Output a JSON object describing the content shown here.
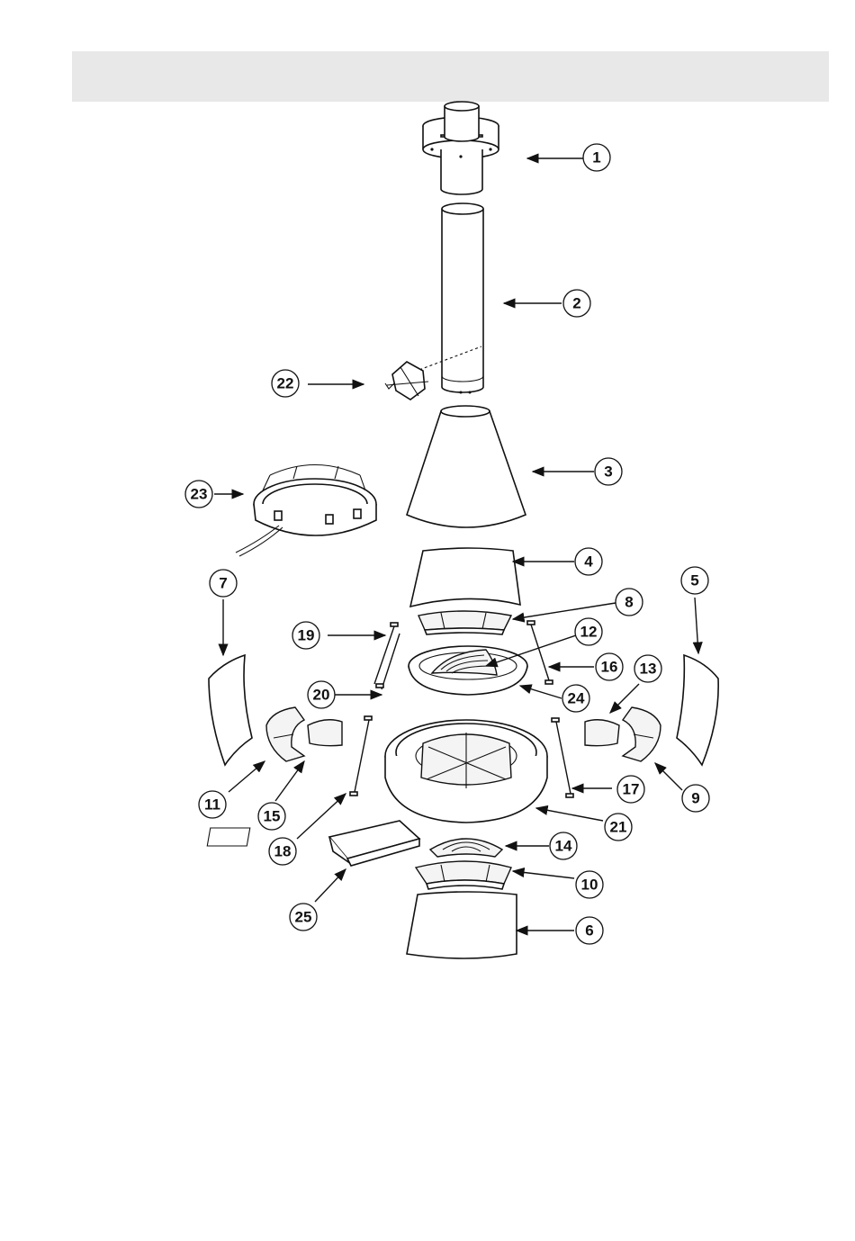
{
  "header": {
    "text": ""
  },
  "callouts": [
    {
      "id": "1",
      "label": "1"
    },
    {
      "id": "2",
      "label": "2"
    },
    {
      "id": "3",
      "label": "3"
    },
    {
      "id": "4",
      "label": "4"
    },
    {
      "id": "5",
      "label": "5"
    },
    {
      "id": "6",
      "label": "6"
    },
    {
      "id": "7",
      "label": "7"
    },
    {
      "id": "8",
      "label": "8"
    },
    {
      "id": "9",
      "label": "9"
    },
    {
      "id": "10",
      "label": "10"
    },
    {
      "id": "11",
      "label": "11"
    },
    {
      "id": "12",
      "label": "12"
    },
    {
      "id": "13",
      "label": "13"
    },
    {
      "id": "14",
      "label": "14"
    },
    {
      "id": "15",
      "label": "15"
    },
    {
      "id": "16",
      "label": "16"
    },
    {
      "id": "17",
      "label": "17"
    },
    {
      "id": "18",
      "label": "18"
    },
    {
      "id": "19",
      "label": "19"
    },
    {
      "id": "20",
      "label": "20"
    },
    {
      "id": "21",
      "label": "21"
    },
    {
      "id": "22",
      "label": "22"
    },
    {
      "id": "23",
      "label": "23"
    },
    {
      "id": "24",
      "label": "24"
    },
    {
      "id": "25",
      "label": "25"
    }
  ],
  "colors": {
    "line": "#111111",
    "header_band": "#e8e8e8",
    "background": "#ffffff"
  }
}
